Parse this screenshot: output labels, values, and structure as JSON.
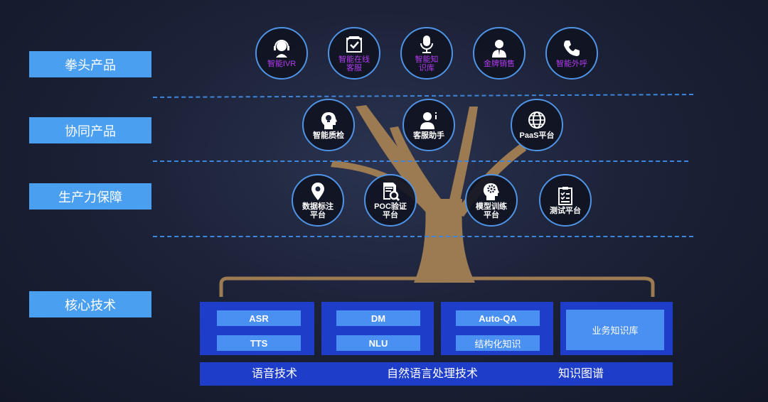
{
  "rows": [
    "拳头产品",
    "协同产品",
    "生产力保障",
    "核心技术"
  ],
  "fist_products": [
    {
      "label": "智能IVR",
      "icon": "agent-headset-icon"
    },
    {
      "label": "智能在线\n客服",
      "icon": "checkbox-document-icon"
    },
    {
      "label": "智能知\n识库",
      "icon": "microphone-icon"
    },
    {
      "label": "金牌销售",
      "icon": "businessman-icon"
    },
    {
      "label": "智能外呼",
      "icon": "phone-icon"
    }
  ],
  "collab_products": [
    {
      "label": "智能质检",
      "icon": "head-lightbulb-icon"
    },
    {
      "label": "客服助手",
      "icon": "assistant-person-icon"
    },
    {
      "label": "PaaS平台",
      "icon": "globe-icon"
    }
  ],
  "productivity": [
    {
      "label": "数据标注\n平台",
      "icon": "location-pin-icon"
    },
    {
      "label": "POC验证\n平台",
      "icon": "document-magnifier-icon"
    },
    {
      "label": "模型训练\n平台",
      "icon": "head-gear-icon"
    },
    {
      "label": "测试平台",
      "icon": "checklist-clipboard-icon"
    }
  ],
  "core_blocks": [
    {
      "chips": [
        "ASR",
        "TTS"
      ]
    },
    {
      "chips": [
        "DM",
        "NLU"
      ]
    },
    {
      "chips": [
        "Auto-QA",
        "结构化知识"
      ]
    },
    {
      "chips": [
        "业务知识库"
      ]
    }
  ],
  "bottom": [
    "语音技术",
    "自然语言处理技术",
    "知识图谱"
  ],
  "colors": {
    "accent": "#4a9ff0",
    "block": "#1e3ec9",
    "chip": "#4a8ff2",
    "trunk": "#9c7a52",
    "purple": "#b23cf0"
  }
}
